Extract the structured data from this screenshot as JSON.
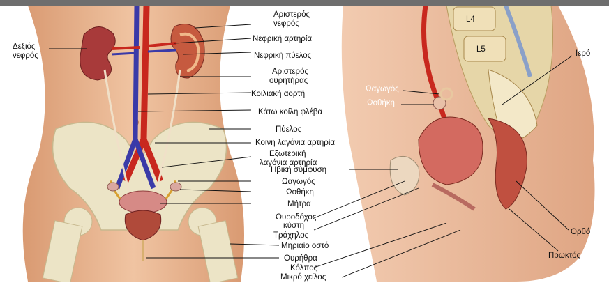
{
  "labels": {
    "right_kidney_1": "Δεξιός",
    "right_kidney_2": "νεφρός",
    "left_kidney_1": "Αριστερός",
    "left_kidney_2": "νεφρός",
    "renal_artery": "Νεφρική αρτηρία",
    "renal_pelvis": "Νεφρική πύελος",
    "left_ureter_1": "Αριστερός",
    "left_ureter_2": "ουρητήρας",
    "abdominal_aorta": "Κοιλιακή αορτή",
    "inferior_vena_cava": "Κάτω κοίλη φλέβα",
    "pelvis": "Πύελος",
    "common_iliac": "Κοινή λαγόνια αρτηρία",
    "external_iliac_1": "Εξωτερική",
    "external_iliac_2": "λαγόνια αρτηρία",
    "pubic_symphysis": "Ηβική σύμφυση",
    "fallopian_tube": "Ωαγωγός",
    "ovary": "Ωοθήκη",
    "uterus": "Μήτρα",
    "bladder_1": "Ουροδόχος",
    "bladder_2": "κύστη",
    "cervix": "Τράχηλος",
    "femur": "Μηριαίο οστό",
    "urethra": "Ουρήθρα",
    "vagina": "Κόλπος",
    "labia_minora": "Μικρό χείλος",
    "sacrum": "Ιερό",
    "side_tube": "Ωαγωγός",
    "side_ovary": "Ωοθήκη",
    "rectum": "Ορθό",
    "anus": "Πρωκτός",
    "vert_l4": "L4",
    "vert_l5": "L5"
  },
  "colors": {
    "topbar": "#6e6e6e",
    "skin": "#e8b48f",
    "artery": "#c8281e",
    "vein": "#3a3aa8",
    "bone": "#eae2c4",
    "kidney": "#a83a3a"
  }
}
